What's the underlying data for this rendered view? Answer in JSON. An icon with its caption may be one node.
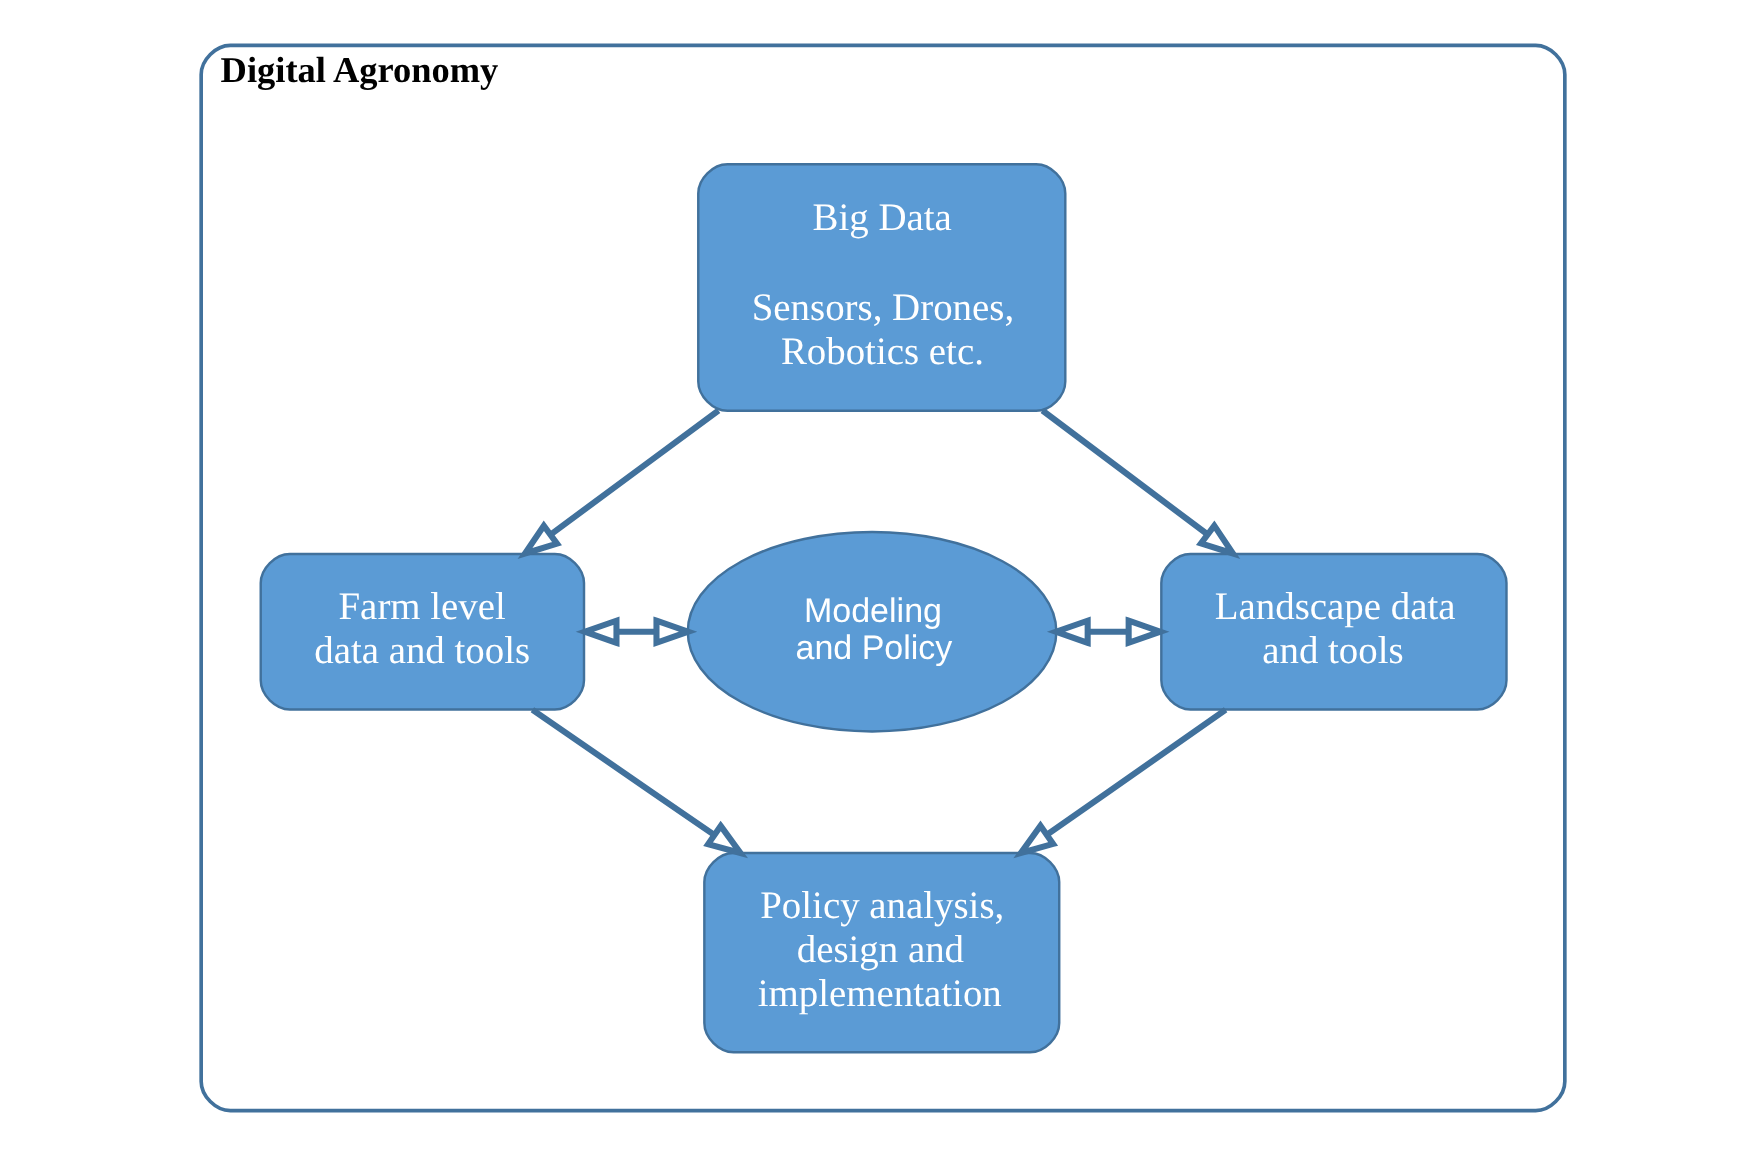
{
  "diagram": {
    "nodes": [
      {
        "text": [
          "Digital Agronomy"
        ]
      },
      {
        "text": [
          "Big Data",
          "Sensors, Drones, Robotics etc."
        ],
        "in": 0
      },
      {
        "text": [
          "Farm level data and tools"
        ],
        "in": 0
      },
      {
        "text": [
          "Modeling and Policy"
        ],
        "in": 0
      },
      {
        "text": [
          "Landscape data and tools"
        ],
        "in": 0
      },
      {
        "text": [
          "Policy analysis, design and implementation"
        ],
        "in": 0
      }
    ],
    "edges": [
      {
        "from": 1,
        "to": 2,
        "arrow": "to"
      },
      {
        "from": 1,
        "to": 4,
        "arrow": "to"
      },
      {
        "from": 2,
        "to": 3,
        "arrow": "both"
      },
      {
        "from": 3,
        "to": 4,
        "arrow": "both"
      },
      {
        "from": 2,
        "to": 5,
        "arrow": "to"
      },
      {
        "from": 4,
        "to": 5,
        "arrow": "to"
      }
    ]
  }
}
